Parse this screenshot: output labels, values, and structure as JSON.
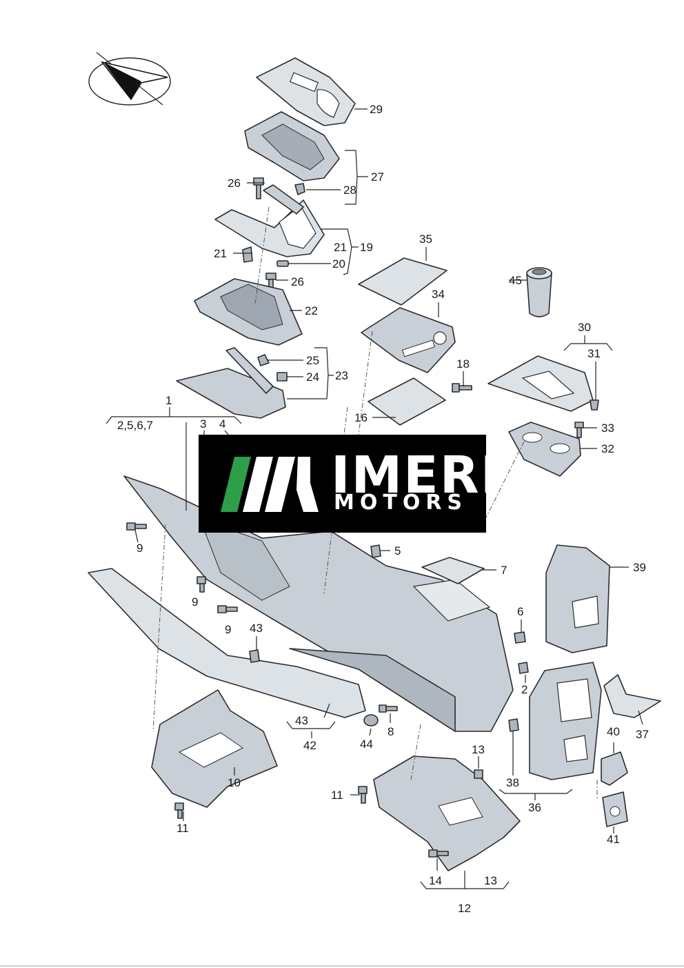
{
  "watermark": {
    "name": "IMERI",
    "sub": "MOTORS",
    "stripe_colors": [
      "#2e9e4a",
      "#ffffff",
      "#ffffff"
    ]
  },
  "labels": {
    "l29": "29",
    "l27": "27",
    "l28": "28",
    "l26a": "26",
    "l21a": "21",
    "l19": "19",
    "l21b": "21",
    "l20": "20",
    "l26b": "26",
    "l22": "22",
    "l25": "25",
    "l24": "24",
    "l23": "23",
    "l1": "1",
    "l2567": "2,5,6,7",
    "l3": "3",
    "l4": "4",
    "l35": "35",
    "l34": "34",
    "l18": "18",
    "l16": "16",
    "l45": "45",
    "l30": "30",
    "l31": "31",
    "l33": "33",
    "l32": "32",
    "l9a": "9",
    "l9b": "9",
    "l9c": "9",
    "l5": "5",
    "l7": "7",
    "l39": "39",
    "l6": "6",
    "l43a": "43",
    "l2": "2",
    "l37": "37",
    "l40": "40",
    "l43b": "43",
    "l42": "42",
    "l44": "44",
    "l8": "8",
    "l10": "10",
    "l11a": "11",
    "l38": "38",
    "l36": "36",
    "l13a": "13",
    "l11b": "11",
    "l41": "41",
    "l14": "14",
    "l13b": "13",
    "l12": "12"
  }
}
